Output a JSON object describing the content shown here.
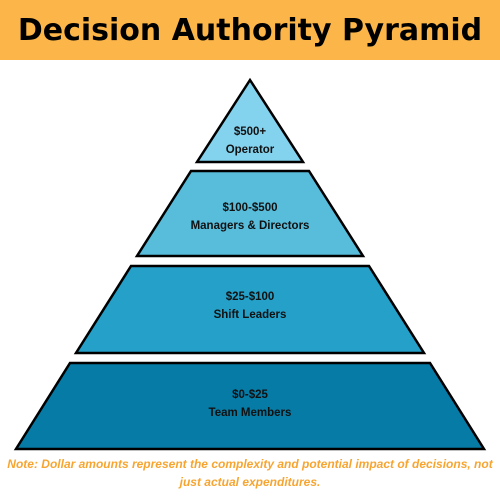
{
  "header": {
    "title": "Decision Authority Pyramid",
    "background_color": "#fbb548"
  },
  "pyramid": {
    "tiers": [
      {
        "amount": "$500+",
        "role": "Operator",
        "color": "#83d3ee"
      },
      {
        "amount": "$100-$500",
        "role": "Managers & Directors",
        "color": "#58bcdb"
      },
      {
        "amount": "$25-$100",
        "role": "Shift Leaders",
        "color": "#24a0c9"
      },
      {
        "amount": "$0-$25",
        "role": "Team Members",
        "color": "#067ba6"
      }
    ],
    "outline_color": "#000000"
  },
  "note": {
    "text": "Note: Dollar amounts represent the complexity and potential impact of decisions, not just actual expenditures.",
    "color": "#f7a531"
  }
}
